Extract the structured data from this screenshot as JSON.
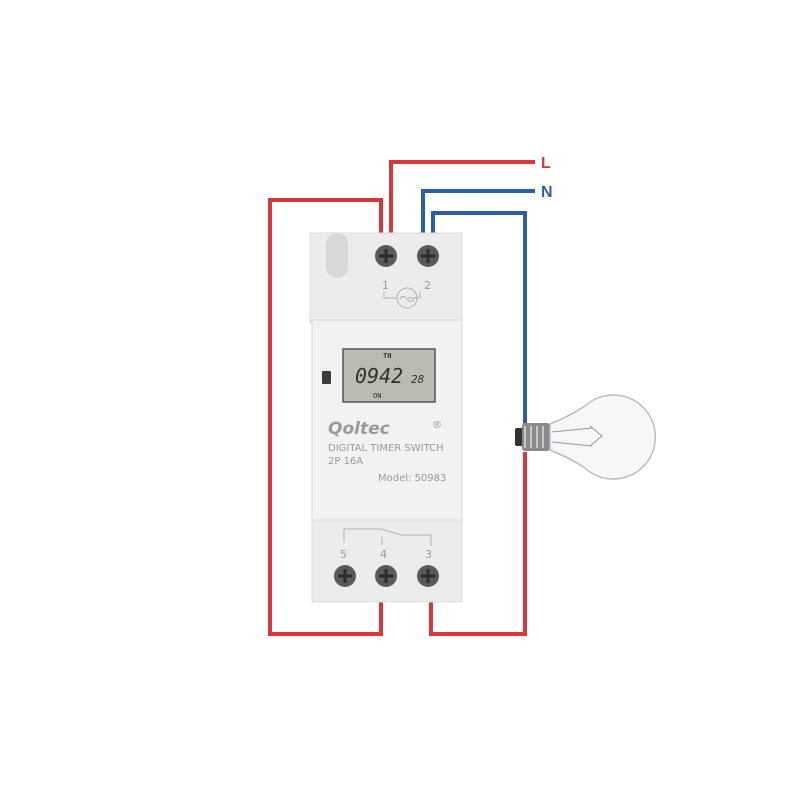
{
  "lines": {
    "live_label": "L",
    "neutral_label": "N",
    "live_color": "#d8363a",
    "neutral_color": "#2f5ea8"
  },
  "device": {
    "brand": "Qoltec",
    "registered_mark": "®",
    "product_name": "DIGITAL TIMER SWITCH",
    "rating": "2P 16A",
    "model": "Model: 50983",
    "terminals_top": [
      "1",
      "2"
    ],
    "terminals_bottom": [
      "5",
      "4",
      "3"
    ],
    "display": {
      "day": "TH",
      "time": "0942",
      "seconds": "28",
      "status": "ON"
    }
  },
  "load": {
    "icon": "light-bulb-icon"
  }
}
